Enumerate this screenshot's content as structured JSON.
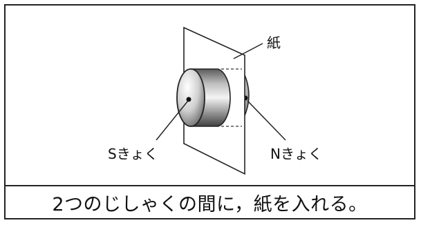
{
  "labels": {
    "paper": "紙",
    "south_pole": "Sきょく",
    "north_pole": "Nきょく"
  },
  "caption": "2つのじしゃくの間に，紙を入れる。"
}
